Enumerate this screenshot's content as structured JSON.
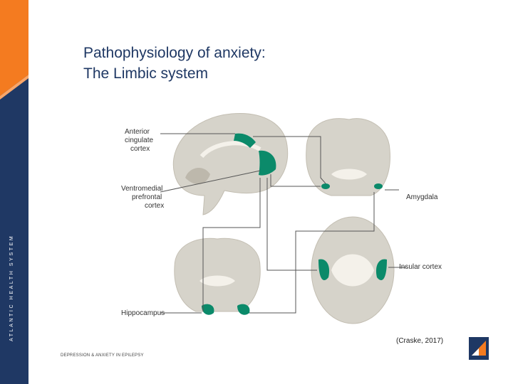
{
  "slide": {
    "title_line1": "Pathophysiology of anxiety:",
    "title_line2": "The Limbic system",
    "citation": "(Craske, 2017)",
    "footer": "DEPRESSION & ANXIETY IN EPILEPSY",
    "vertical_brand": "ATLANTIC HEALTH SYSTEM"
  },
  "figure": {
    "labels": {
      "acc_line1": "Anterior",
      "acc_line2": "cingulate",
      "acc_line3": "cortex",
      "vm_line1": "Ventromedial",
      "vm_line2": "prefrontal",
      "vm_line3": "cortex",
      "amygdala": "Amygdala",
      "insular": "Insular cortex",
      "hippocampus": "Hippocampus"
    },
    "icons": {
      "sagittal": "brain-sagittal-icon",
      "coronal": "brain-coronal-icon",
      "axial": "brain-axial-icon"
    }
  },
  "colors": {
    "sidebar": "#1f3864",
    "accent_orange": "#f47b20",
    "title": "#1f3864",
    "highlight_green": "#0b8a6a",
    "brain_tan": "#d6d3ca",
    "brain_white": "#f4f1ea"
  }
}
